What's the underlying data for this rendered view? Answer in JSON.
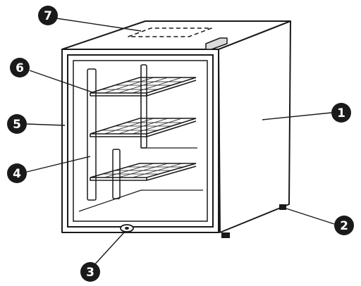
{
  "callouts": [
    {
      "id": "1",
      "label": "1",
      "part": "cabinet-side-panel"
    },
    {
      "id": "2",
      "label": "2",
      "part": "leveling-foot"
    },
    {
      "id": "3",
      "label": "3",
      "part": "door-lock"
    },
    {
      "id": "4",
      "label": "4",
      "part": "interior-light"
    },
    {
      "id": "5",
      "label": "5",
      "part": "glass-door"
    },
    {
      "id": "6",
      "label": "6",
      "part": "wire-shelf"
    },
    {
      "id": "7",
      "label": "7",
      "part": "top-vent"
    }
  ],
  "colors": {
    "line": "#1a1a1a",
    "marker_fill": "#1a1a1a",
    "marker_text": "#ffffff",
    "background": "#ffffff"
  },
  "shelf_count": 3
}
